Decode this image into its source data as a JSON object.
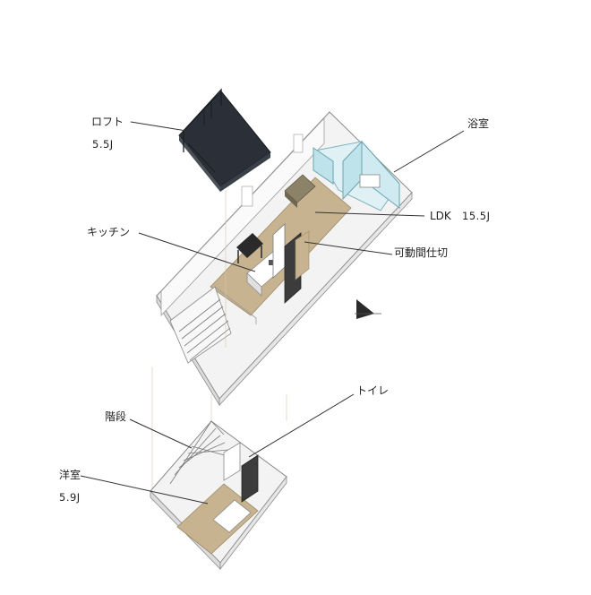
{
  "labels": {
    "loft": "ロフト",
    "loft_area": "5.5J",
    "bath": "浴室",
    "ldk": "LDK",
    "ldk_area": "15.5J",
    "kitchen": "キッチン",
    "partition": "可動間仕切",
    "toilet": "トイレ",
    "stairs": "階段",
    "western_room": "洋室",
    "western_area": "5.9J"
  },
  "colors": {
    "loft_fill": "#2b3038",
    "floor_wood": "#c7b38f",
    "wall": "#f3f3f3",
    "wall_edge": "#8a8a8a",
    "glass": "#bfe3ea",
    "leader": "#333333"
  },
  "icons": {
    "compass": "north-arrow-icon"
  }
}
